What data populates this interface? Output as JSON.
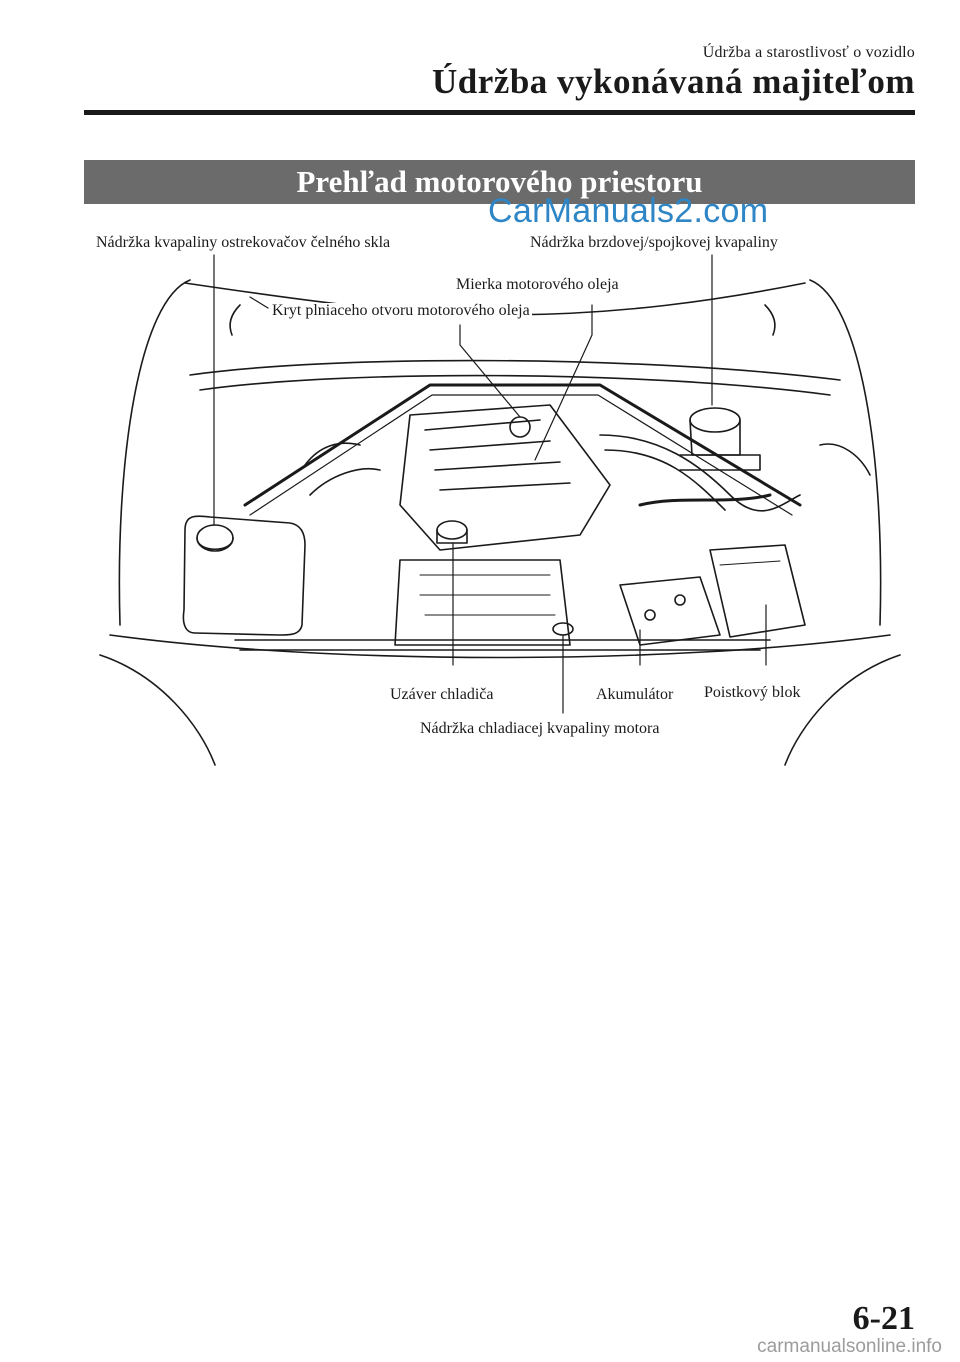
{
  "header": {
    "section": "Údržba a starostlivosť o vozidlo",
    "title": "Údržba vykonávaná majiteľom"
  },
  "banner": {
    "title": "Prehľad motorového priestoru"
  },
  "watermark": "CarManuals2.com",
  "figure": {
    "labels": {
      "washer_tank": "Nádržka kvapaliny ostrekovačov čelného skla",
      "brake_clutch_tank": "Nádržka brzdovej/spojkovej kvapaliny",
      "dipstick": "Mierka motorového oleja",
      "oil_filler_cap": "Kryt plniaceho otvoru motorového oleja",
      "radiator_cap": "Uzáver chladiča",
      "battery": "Akumulátor",
      "fuse_block": "Poistkový blok",
      "coolant_tank": "Nádržka chladiacej kvapaliny motora"
    }
  },
  "footer": {
    "page_number": "6-21",
    "site": "carmanualsonline.info"
  }
}
